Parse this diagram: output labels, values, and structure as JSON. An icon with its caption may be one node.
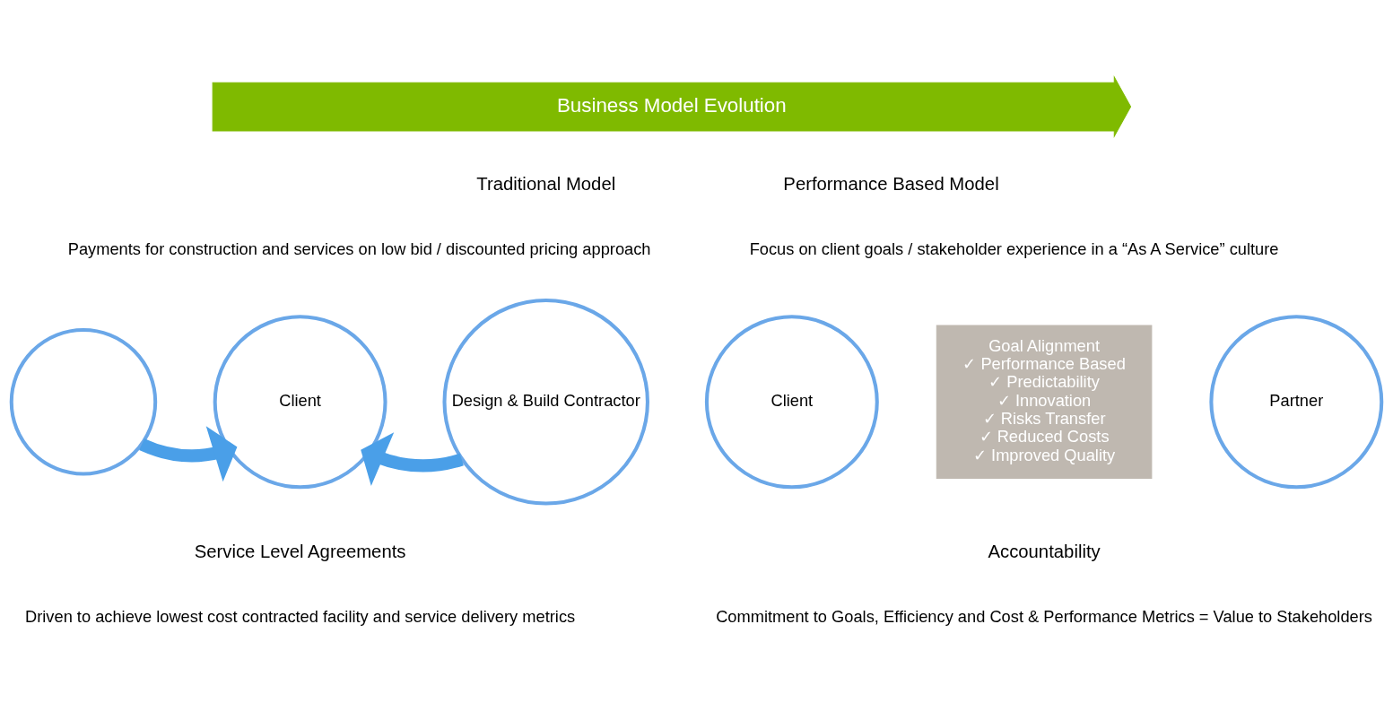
{
  "diagram": {
    "nodes": [
      {
        "text": [
          "Business Model Evolution"
        ]
      },
      {
        "text": [],
        "shape": "circle"
      },
      {
        "text": [
          "Client"
        ]
      },
      {
        "text": [
          "Design & Build Contractor"
        ]
      },
      {
        "text": [
          "Client"
        ]
      },
      {
        "text": [
          "Goal Alignment",
          "✓ Performance Based",
          "✓ Predictability",
          "✓ Innovation",
          "✓ Risks Transfer",
          "✓ Reduced Costs",
          "✓ Improved Quality"
        ]
      },
      {
        "text": [
          "Partner"
        ]
      }
    ],
    "edges": [
      {
        "from": 1,
        "to": 2,
        "arrow": "to"
      },
      {
        "from": 3,
        "to": 2,
        "arrow": "to"
      }
    ],
    "labels": [
      "Traditional Model",
      "Payments for construction and services on low bid / discounted pricing approach",
      "Performance Based Model",
      "Focus on client goals / stakeholder experience in a “As A Service” culture",
      "Service Level Agreements",
      "Driven to achieve lowest cost contracted facility and service delivery metrics",
      "Accountability",
      "Commitment to Goals, Efficiency and Cost & Performance Metrics = Value to Stakeholders"
    ]
  }
}
